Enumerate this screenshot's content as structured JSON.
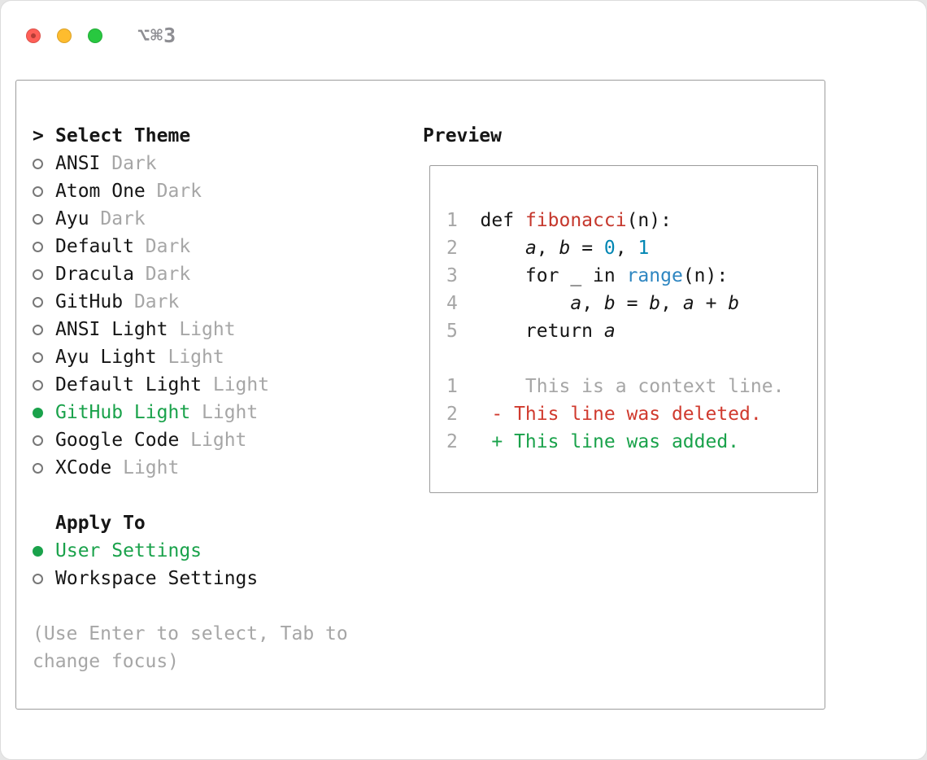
{
  "window": {
    "title": "⌥⌘3"
  },
  "colors": {
    "accent_green": "#1AA24B",
    "function_red": "#C5372C",
    "deleted_red": "#D03A2E",
    "number_teal": "#0086B3",
    "builtin_blue": "#2E86C1",
    "muted_gray": "#A6A6A6",
    "text_dark": "#161616",
    "border_gray": "#9C9C9C",
    "traffic_red": "#FF5F57",
    "traffic_yellow": "#FEBC2E",
    "traffic_green": "#28C840",
    "title_gray": "#8E8E93"
  },
  "theme_panel": {
    "prompt": ">",
    "title": "Select Theme",
    "options": [
      {
        "label": "ANSI",
        "variant": "Dark",
        "selected": false
      },
      {
        "label": "Atom One",
        "variant": "Dark",
        "selected": false
      },
      {
        "label": "Ayu",
        "variant": "Dark",
        "selected": false
      },
      {
        "label": "Default",
        "variant": "Dark",
        "selected": false
      },
      {
        "label": "Dracula",
        "variant": "Dark",
        "selected": false
      },
      {
        "label": "GitHub",
        "variant": "Dark",
        "selected": false
      },
      {
        "label": "ANSI Light",
        "variant": "Light",
        "selected": false
      },
      {
        "label": "Ayu Light",
        "variant": "Light",
        "selected": false
      },
      {
        "label": "Default Light",
        "variant": "Light",
        "selected": false
      },
      {
        "label": "GitHub Light",
        "variant": "Light",
        "selected": true
      },
      {
        "label": "Google Code",
        "variant": "Light",
        "selected": false
      },
      {
        "label": "XCode",
        "variant": "Light",
        "selected": false
      }
    ],
    "apply_to": {
      "title": "Apply To",
      "options": [
        {
          "label": "User Settings",
          "selected": true
        },
        {
          "label": "Workspace Settings",
          "selected": false
        }
      ]
    },
    "hint": "(Use Enter to select, Tab to change focus)"
  },
  "preview": {
    "title": "Preview",
    "code_lines": [
      {
        "num": "1",
        "tokens": [
          [
            "def ",
            "p"
          ],
          [
            "fibonacci",
            "f"
          ],
          [
            "(n):",
            "p"
          ]
        ]
      },
      {
        "num": "2",
        "tokens": [
          [
            "    ",
            "p"
          ],
          [
            "a",
            "v"
          ],
          [
            ", ",
            "p"
          ],
          [
            "b",
            "v"
          ],
          [
            " = ",
            "p"
          ],
          [
            "0",
            "n"
          ],
          [
            ", ",
            "p"
          ],
          [
            "1",
            "n"
          ]
        ]
      },
      {
        "num": "3",
        "tokens": [
          [
            "    for _ in ",
            "p"
          ],
          [
            "range",
            "b"
          ],
          [
            "(n):",
            "p"
          ]
        ]
      },
      {
        "num": "4",
        "tokens": [
          [
            "        ",
            "p"
          ],
          [
            "a",
            "v"
          ],
          [
            ", ",
            "p"
          ],
          [
            "b",
            "v"
          ],
          [
            " = ",
            "p"
          ],
          [
            "b",
            "v"
          ],
          [
            ", ",
            "p"
          ],
          [
            "a",
            "v"
          ],
          [
            " + ",
            "p"
          ],
          [
            "b",
            "v"
          ]
        ]
      },
      {
        "num": "5",
        "tokens": [
          [
            "    return ",
            "p"
          ],
          [
            "a",
            "v"
          ]
        ]
      }
    ],
    "diff_lines": [
      {
        "num": "1",
        "marker": "",
        "text": "This is a context line.",
        "type": "context"
      },
      {
        "num": "2",
        "marker": "-",
        "text": "This line was deleted.",
        "type": "deleted"
      },
      {
        "num": "2",
        "marker": "+",
        "text": "This line was added.",
        "type": "added"
      }
    ],
    "token_legend": {
      "p": "plain",
      "f": "function-name",
      "n": "number-literal",
      "b": "builtin",
      "v": "variable-italic"
    }
  }
}
